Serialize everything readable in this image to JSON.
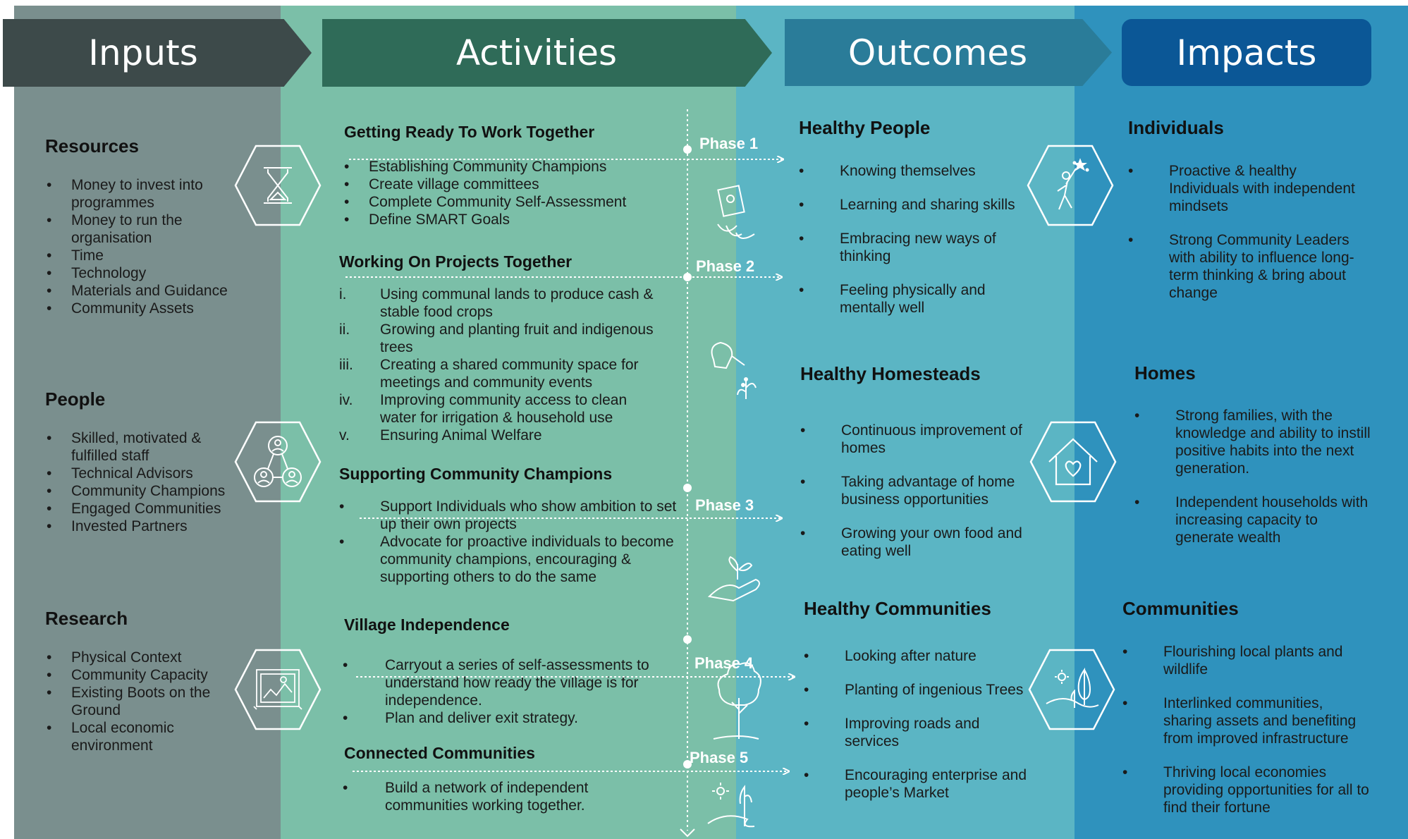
{
  "headers": {
    "inputs": "Inputs",
    "activities": "Activities",
    "outcomes": "Outcomes",
    "impacts": "Impacts"
  },
  "inputs": {
    "resources": {
      "title": "Resources",
      "items": [
        "Money to invest into programmes",
        "Money to run the organisation",
        "Time",
        "Technology",
        "Materials and Guidance",
        "Community Assets"
      ],
      "icon": "hourglass-icon"
    },
    "people": {
      "title": "People",
      "items": [
        "Skilled, motivated & fulfilled staff",
        "Technical Advisors",
        "Community Champions",
        "Engaged Communities",
        "Invested Partners"
      ],
      "icon": "people-network-icon"
    },
    "research": {
      "title": "Research",
      "items": [
        "Physical Context",
        "Community Capacity",
        "Existing Boots on the Ground",
        "Local economic environment"
      ],
      "icon": "map-blueprint-icon"
    }
  },
  "activities": {
    "ready": {
      "title": "Getting Ready To Work Together",
      "items": [
        "Establishing Community Champions",
        "Create village committees",
        "Complete Community Self-Assessment",
        "Define SMART Goals"
      ]
    },
    "projects": {
      "title": "Working On Projects Together",
      "items": [
        {
          "num": "i.",
          "text": "Using communal lands to produce cash & stable food crops"
        },
        {
          "num": "ii.",
          "text": "Growing and planting fruit and indigenous trees"
        },
        {
          "num": "iii.",
          "text": "Creating a shared community space for meetings and community events"
        },
        {
          "num": "iv.",
          "text": "Improving community access to clean water for irrigation & household use"
        },
        {
          "num": "v.",
          "text": "Ensuring Animal Welfare"
        }
      ]
    },
    "champions": {
      "title": "Supporting Community Champions",
      "items": [
        "Support Individuals who show ambition to set up their own projects",
        "Advocate for proactive individuals to become community champions, encouraging & supporting others to do the same"
      ]
    },
    "independence": {
      "title": "Village Independence",
      "items": [
        "Carryout a series of self-assessments to understand how ready the village is for independence.",
        "Plan and deliver exit strategy."
      ]
    },
    "connected": {
      "title": "Connected Communities",
      "items": [
        "Build a network of independent communities working together."
      ]
    },
    "phases": [
      "Phase 1",
      "Phase 2",
      "Phase 3",
      "Phase 4",
      "Phase 5"
    ],
    "phase_icons": [
      "seed-packet-icon",
      "watering-can-icon",
      "hand-sprout-icon",
      "tree-icon",
      "sun-plants-icon"
    ]
  },
  "outcomes": {
    "people": {
      "title": "Healthy People",
      "items": [
        "Knowing themselves",
        "Learning and sharing skills",
        "Embracing new ways of thinking",
        "Feeling physically and mentally well"
      ],
      "icon": "person-reaching-star-icon"
    },
    "homesteads": {
      "title": "Healthy Homesteads",
      "items": [
        "Continuous improvement of homes",
        "Taking advantage of home business opportunities",
        "Growing your own food and eating well"
      ],
      "icon": "house-heart-icon"
    },
    "communities": {
      "title": "Healthy Communities",
      "items": [
        "Looking after nature",
        "Planting of ingenious Trees",
        "Improving roads and services",
        "Encouraging enterprise and people’s Market"
      ],
      "icon": "landscape-trees-icon"
    }
  },
  "impacts": {
    "individuals": {
      "title": "Individuals",
      "items": [
        "Proactive & healthy Individuals with independent mindsets",
        "Strong Community Leaders with ability to influence long-term thinking & bring about change"
      ]
    },
    "homes": {
      "title": "Homes",
      "items": [
        "Strong families, with the knowledge and ability to instill positive habits into the next generation.",
        "Independent households with increasing capacity to generate wealth"
      ]
    },
    "communities": {
      "title": "Communities",
      "items": [
        "Flourishing local plants and wildlife",
        "Interlinked communities, sharing assets and benefiting from improved infrastructure",
        "Thriving local economies providing opportunities for all to find their fortune"
      ]
    }
  }
}
